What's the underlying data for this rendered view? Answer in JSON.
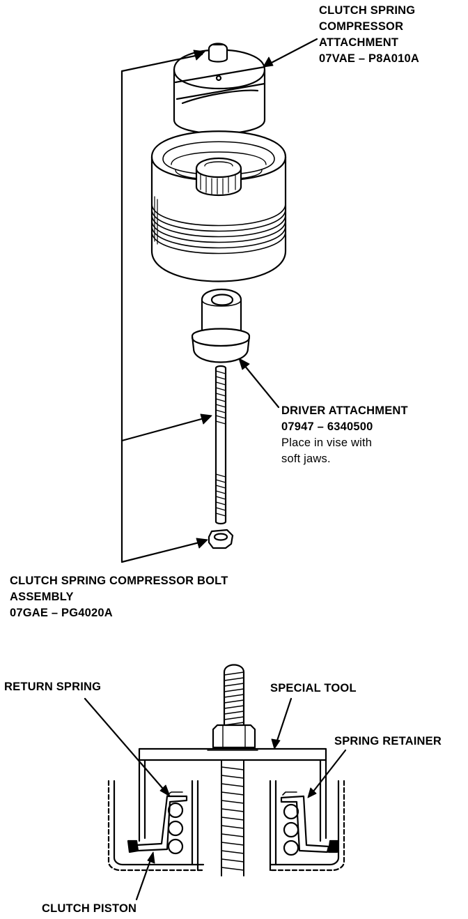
{
  "labels": {
    "compressor_attachment": [
      "CLUTCH SPRING",
      "COMPRESSOR",
      "ATTACHMENT",
      "07VAE – P8A010A"
    ],
    "driver_attachment": {
      "title": "DRIVER ATTACHMENT",
      "part": "07947 – 6340500",
      "note": [
        "Place in vise with",
        "soft jaws."
      ]
    },
    "bolt_assembly": [
      "CLUTCH SPRING COMPRESSOR BOLT",
      "ASSEMBLY",
      "07GAE – PG4020A"
    ],
    "return_spring": "RETURN SPRING",
    "special_tool": "SPECIAL TOOL",
    "spring_retainer": "SPRING RETAINER",
    "clutch_piston": "CLUTCH PISTON"
  }
}
